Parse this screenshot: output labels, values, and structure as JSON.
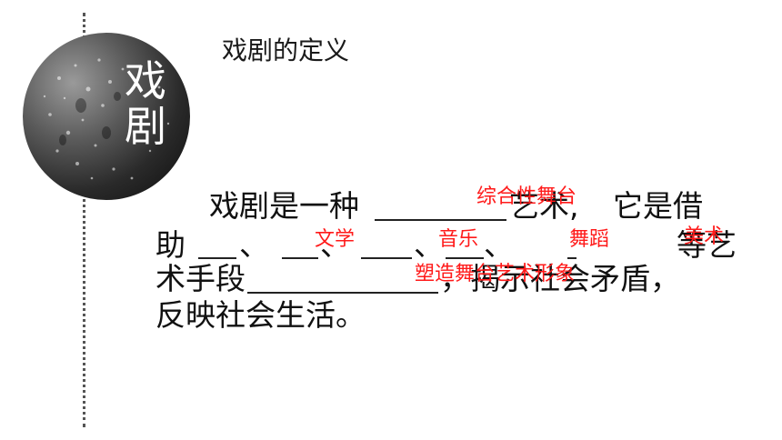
{
  "badge": {
    "line1": "戏",
    "line2": "剧"
  },
  "title": "戏剧的定义",
  "paragraph": {
    "l1_a": "戏剧是一种",
    "l1_b": "艺术,",
    "l1_c": "它是借",
    "l2_a": "助",
    "l2_sep1": "、",
    "l2_sep2": "、",
    "l2_sep3": "、",
    "l2_sep4": "、",
    "l2_end": "等艺",
    "l3_a": "术手段",
    "l3_b": "，揭示社会矛盾，",
    "l4": "反映社会生活。"
  },
  "answers": {
    "a1": "综合性舞台",
    "a2": "文学",
    "a3": "音乐",
    "a4": "舞蹈",
    "a5": "美术",
    "a6": "塑造舞台艺术形象"
  },
  "colors": {
    "answer": "#ff1a1a",
    "dotted_line": "#555555"
  }
}
